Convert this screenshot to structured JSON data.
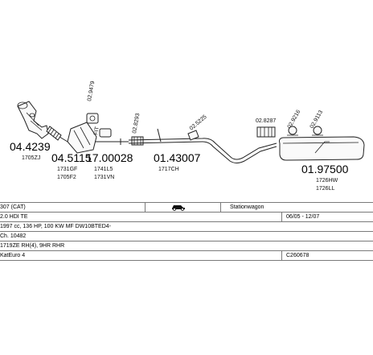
{
  "parts": {
    "p1": {
      "number": "04.4239",
      "code": "1705ZJ"
    },
    "p2": {
      "number": "04.5115",
      "code1": "1731GF",
      "code2": "1705F2"
    },
    "p3": {
      "number": "17.00028",
      "code1": "1741L5",
      "code2": "1731VN"
    },
    "p4": {
      "number": "01.43007",
      "code": "1717CH"
    },
    "p5": {
      "number": "01.97500",
      "code1": "1726HW",
      "code2": "1726LL"
    },
    "s1": {
      "number": "02.9479"
    },
    "s2": {
      "number": "02.8293"
    },
    "s3": {
      "number": "02.5225"
    },
    "s4": {
      "number": "02.8287"
    },
    "s5": {
      "number": "02.9216"
    },
    "s6": {
      "number": "02.9113"
    },
    "fit_label": "FIT"
  },
  "info": {
    "model": "307 (CAT)",
    "body_type": "Stationwagon",
    "engine": "2.0 HDI TE",
    "date_range": "06/05 - 12/07",
    "engine_details": "1997 cc, 136 HP, 100 KW MF DW10BTED4-",
    "chassis": "Ch. 10482",
    "codes": "1719ZE RH(4), 9HR RHR",
    "emission": "KatEuro 4",
    "catalog_id": "C260678"
  }
}
